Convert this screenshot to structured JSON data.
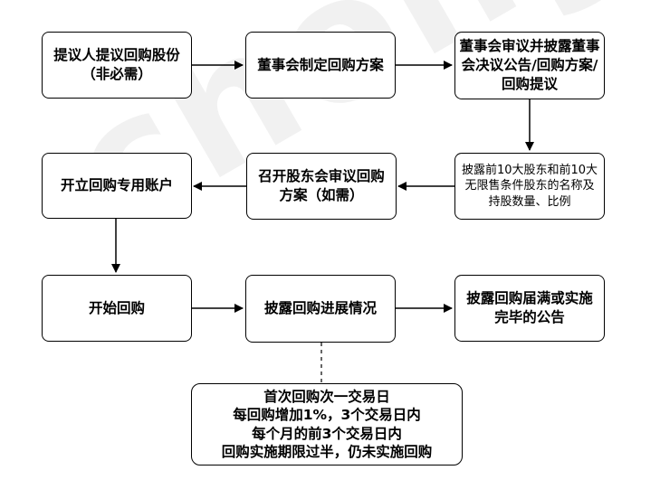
{
  "watermark": "chongli",
  "nodes": {
    "n1": "提议人提议回购股份\n（非必需）",
    "n2": "董事会制定回购方案",
    "n3": "董事会审议并披露董事会决议公告/回购方案/回购提议",
    "n4": "披露前10大股东和前10大无限售条件股东的名称及持股数量、比例",
    "n5": "召开股东会审议回购方案（如需）",
    "n6": "开立回购专用账户",
    "n7": "开始回购",
    "n8": "披露回购进展情况",
    "n9": "披露回购届满或实施完毕的公告",
    "n10": "首次回购次一交易日\n每回购增加1%，3个交易日内\n每个月的前3个交易日内\n回购实施期限过半，仍未实施回购"
  }
}
